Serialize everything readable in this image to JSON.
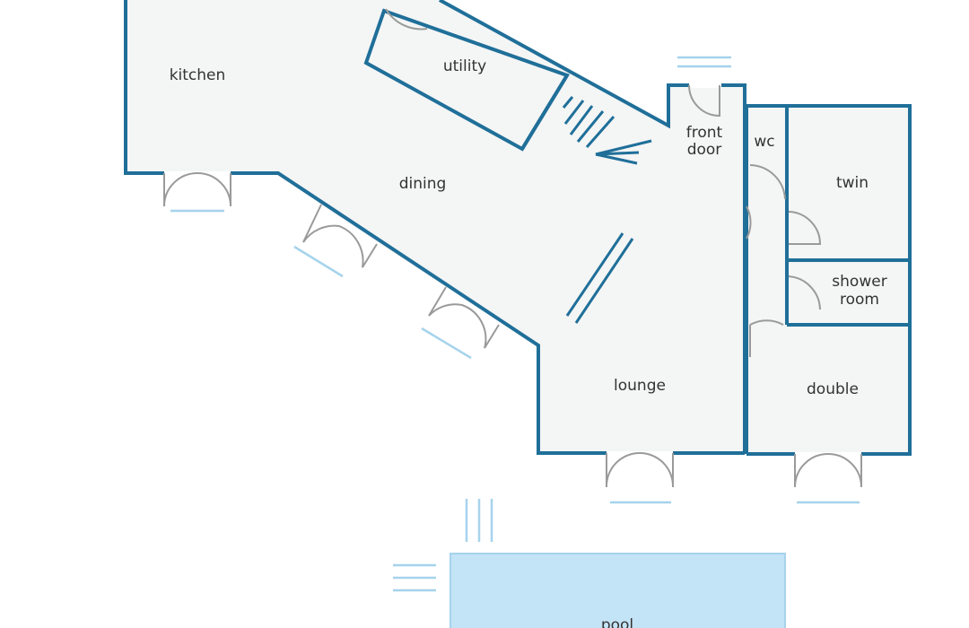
{
  "rooms": {
    "kitchen": "kitchen",
    "utility": "utility",
    "dining": "dining",
    "front_door_line1": "front",
    "front_door_line2": "door",
    "wc": "wc",
    "twin": "twin",
    "shower_line1": "shower",
    "shower_line2": "room",
    "lounge": "lounge",
    "double": "double",
    "pool": "pool"
  },
  "colors": {
    "wall": "#1f6f99",
    "floor": "#f4f5f5",
    "door": "#9a9a9a",
    "glass": "#a6d3ec",
    "pool": "#c3e3f6"
  }
}
